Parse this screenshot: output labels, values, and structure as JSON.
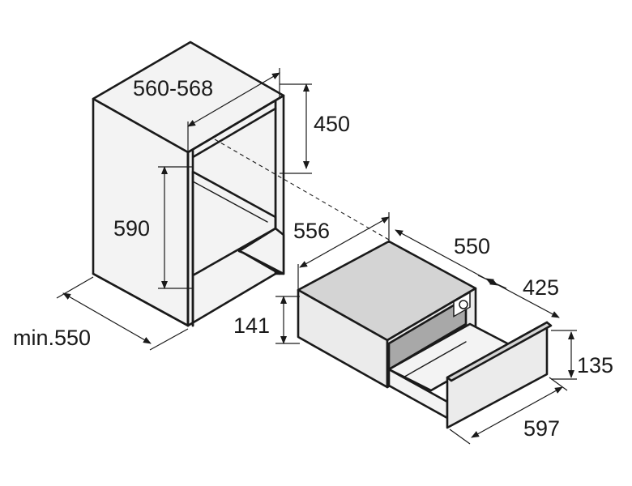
{
  "dimensions": {
    "cabinet_width": "560-568",
    "cabinet_upper_height": "450",
    "cabinet_niche_height": "590",
    "cabinet_depth": "min.550",
    "drawer_width": "556",
    "drawer_depth": "550",
    "drawer_extension": "425",
    "drawer_height": "141",
    "front_height": "135",
    "front_width": "597"
  }
}
